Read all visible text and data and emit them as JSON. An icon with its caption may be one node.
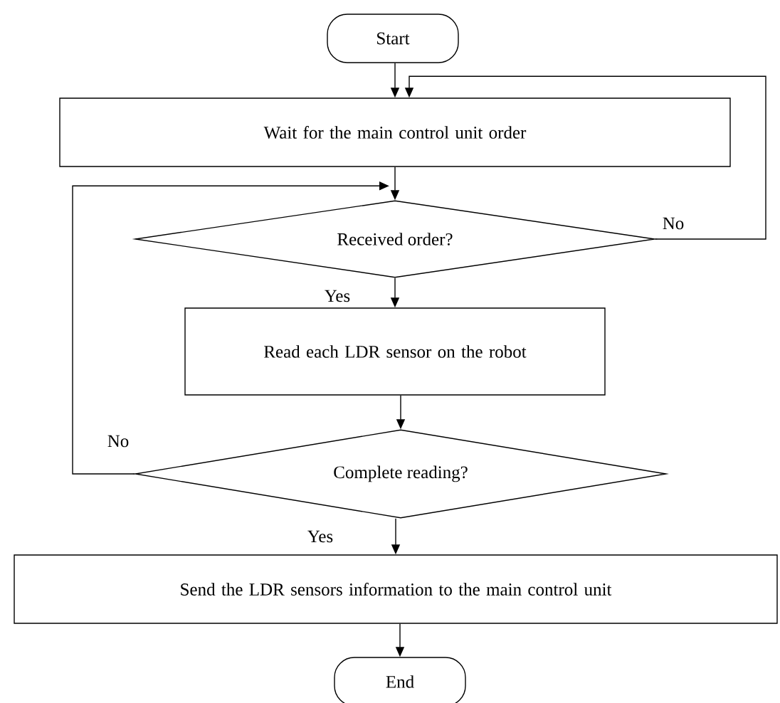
{
  "diagram": {
    "nodes": [
      {
        "text": [
          "Start"
        ]
      },
      {
        "text": [
          "Wait for the main control unit order"
        ]
      },
      {
        "text": [
          "Received order?"
        ]
      },
      {
        "text": [
          "Read each LDR sensor on the robot"
        ]
      },
      {
        "text": [
          "Complete reading?"
        ]
      },
      {
        "text": [
          "Send the LDR sensors information to the main control unit"
        ]
      },
      {
        "text": [
          "End"
        ]
      }
    ],
    "edges": [
      {
        "from": 0,
        "to": 1,
        "arrow": "to"
      },
      {
        "from": 1,
        "to": 2,
        "arrow": "to"
      },
      {
        "from": 2,
        "to": 3,
        "arrow": "to",
        "label": "Yes"
      },
      {
        "from": 2,
        "to": 1,
        "arrow": "to",
        "label": "No"
      },
      {
        "from": 3,
        "to": 4,
        "arrow": "to"
      },
      {
        "from": 4,
        "to": 2,
        "arrow": "to",
        "label": "No"
      },
      {
        "from": 4,
        "to": 5,
        "arrow": "to",
        "label": "Yes"
      },
      {
        "from": 5,
        "to": 6,
        "arrow": "to"
      }
    ]
  }
}
